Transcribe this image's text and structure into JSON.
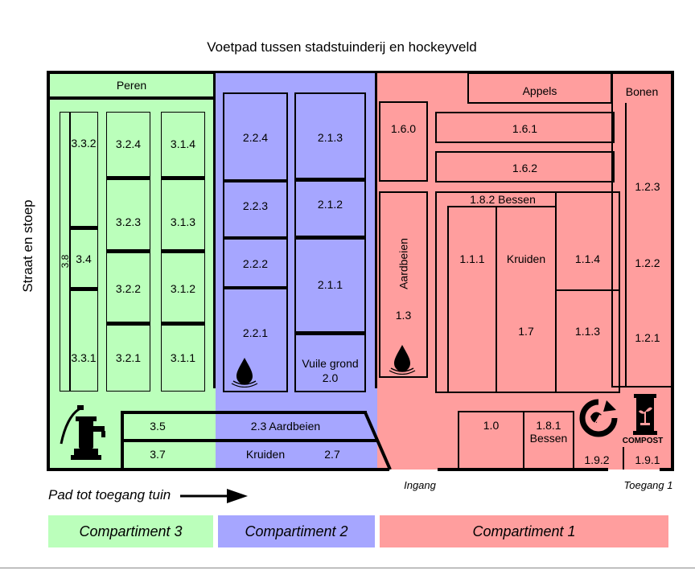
{
  "title": "Voetpad tussen stadstuinderij en hockeyveld",
  "side_label": "Straat en stoep",
  "path_label": "Pad tot toegang tuin",
  "entrance_label": "Ingang",
  "access_label": "Toegang 1",
  "colors": {
    "compartment_3": "#bbffbb",
    "compartment_2": "#a6a6ff",
    "compartment_1": "#ff9e9e",
    "outline": "#000000"
  },
  "compartments": [
    {
      "name": "Compartiment 3"
    },
    {
      "name": "Compartiment 2"
    },
    {
      "name": "Compartiment 1"
    }
  ],
  "comp3": {
    "peren": "Peren",
    "bed_3_3_2": "3.3.2",
    "bed_3_8": "3.8",
    "bed_3_4": "3.4",
    "bed_3_3_1": "3.3.1",
    "bed_3_2_4": "3.2.4",
    "bed_3_2_3": "3.2.3",
    "bed_3_2_2": "3.2.2",
    "bed_3_2_1": "3.2.1",
    "bed_3_1_4": "3.1.4",
    "bed_3_1_3": "3.1.3",
    "bed_3_1_2": "3.1.2",
    "bed_3_1_1": "3.1.1",
    "bed_3_5": "3.5",
    "bed_3_7": "3.7"
  },
  "comp2": {
    "bed_2_2_4": "2.2.4",
    "bed_2_2_3": "2.2.3",
    "bed_2_2_2": "2.2.2",
    "bed_2_2_1": "2.2.1",
    "bed_2_1_3": "2.1.3",
    "bed_2_1_2": "2.1.2",
    "bed_2_1_1": "2.1.1",
    "vuile_grond": "Vuile grond",
    "bed_2_0": "2.0",
    "aardbeien_2_3": "2.3 Aardbeien",
    "kruiden": "Kruiden",
    "bed_2_7": "2.7"
  },
  "comp1": {
    "appels": "Appels",
    "bonen": "Bonen",
    "bed_1_6_0": "1.6.0",
    "bed_1_6_1": "1.6.1",
    "bed_1_6_2": "1.6.2",
    "aardbeien": "Aardbeien",
    "bed_1_3": "1.3",
    "bessen_1_8_2": "1.8.2 Bessen",
    "bed_1_1_1": "1.1.1",
    "kruiden": "Kruiden",
    "bed_1_7": "1.7",
    "bed_1_1_4": "1.1.4",
    "bed_1_1_3": "1.1.3",
    "bed_1_2_3": "1.2.3",
    "bed_1_2_2": "1.2.2",
    "bed_1_2_1": "1.2.1",
    "bed_1_0": "1.0",
    "bed_1_8_1": "1.8.1",
    "bessen": "Bessen",
    "bed_1_9_2": "1.9.2",
    "bed_1_9_1": "1.9.1",
    "compost": "COMPOST"
  },
  "icons": {
    "water_tap": "water-drop-icon",
    "pump": "water-pump-icon",
    "recycle": "recycle-icon",
    "compost_bin": "compost-bin-icon"
  }
}
